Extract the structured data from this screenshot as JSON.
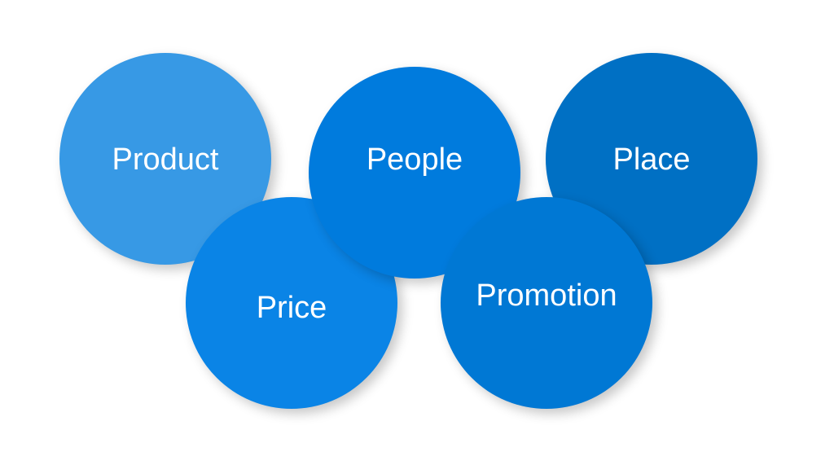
{
  "diagram": {
    "type": "overlapping-circles",
    "title": "",
    "nodes": [
      {
        "id": "product",
        "label": "Product",
        "color": "#3799E5"
      },
      {
        "id": "people",
        "label": "People",
        "color": "#007BDD"
      },
      {
        "id": "place",
        "label": "Place",
        "color": "#0070C4"
      },
      {
        "id": "price",
        "label": "Price",
        "color": "#0A84E6"
      },
      {
        "id": "promotion",
        "label": "Promotion",
        "color": "#0078D4"
      }
    ],
    "text_color": "#FFFFFF",
    "background": "#FFFFFF"
  }
}
